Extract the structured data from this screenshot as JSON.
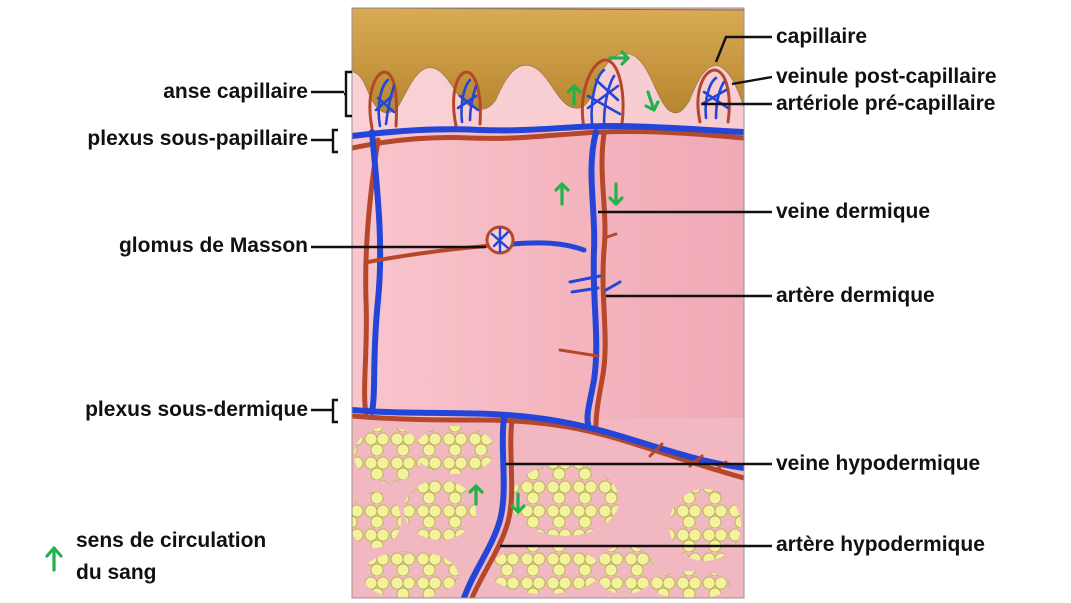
{
  "labels": {
    "anse_capillaire": "anse capillaire",
    "plexus_sous_papillaire": "plexus sous-papillaire",
    "glomus_de_masson": "glomus de Masson",
    "plexus_sous_dermique": "plexus sous-dermique",
    "capillaire": "capillaire",
    "veinule_post_capillaire": "veinule post-capillaire",
    "arteriole_pre_capillaire": "artériole pré-capillaire",
    "veine_dermique": "veine dermique",
    "artere_dermique": "artère dermique",
    "veine_hypodermique": "veine hypodermique",
    "artere_hypodermique": "artère hypodermique"
  },
  "legend": {
    "line1": "sens de circulation",
    "line2": "du sang",
    "icon": "green-up-arrow"
  },
  "colors": {
    "epidermis": "#c9983f",
    "dermis": "#f5b9c2",
    "papilla": "#f9cdd2",
    "hypodermis": "#f2b7c0",
    "fat_cell": "#f4f29a",
    "artery": "#b5482a",
    "vein": "#2446d8",
    "flow_arrow": "#22b24c"
  }
}
